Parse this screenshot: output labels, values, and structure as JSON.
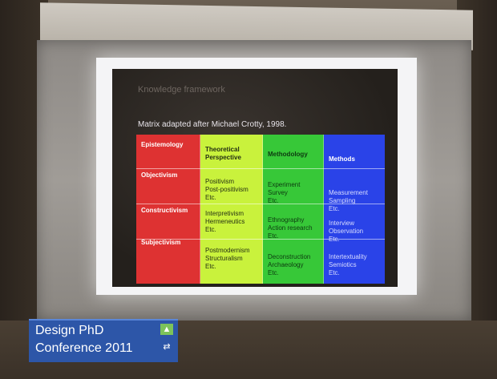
{
  "slide": {
    "heading": "Knowledge framework",
    "subtitle": "Matrix adapted after Michael Crotty, 1998."
  },
  "matrix": {
    "headers": [
      "Epistemology",
      "Theoretical",
      "Perspective",
      "Methodology",
      "Methods"
    ],
    "epistemology": [
      "Objectivism",
      "Constructivism",
      "Subjectivism"
    ],
    "theoretical": [
      [
        "Positivism",
        "Post-positivism",
        "Etc."
      ],
      [
        "Interpretivism",
        "Hermeneutics",
        "Etc."
      ],
      [
        "Postmodernism",
        "Structuralism",
        "Etc."
      ]
    ],
    "methodology": [
      [
        "Experiment",
        "Survey",
        "Etc."
      ],
      [
        "Ethnography",
        "Action research",
        "Etc."
      ],
      [
        "Deconstruction",
        "Archaeology",
        "Etc."
      ]
    ],
    "methods": [
      [
        "Measurement",
        "Sampling",
        "Etc."
      ],
      [
        "Interview",
        "Observation",
        "Etc."
      ],
      [
        "Intertextuality",
        "Semiotics",
        "Etc."
      ]
    ]
  },
  "logo": {
    "line1": "Design PhD",
    "line2": "Conference 2011"
  }
}
